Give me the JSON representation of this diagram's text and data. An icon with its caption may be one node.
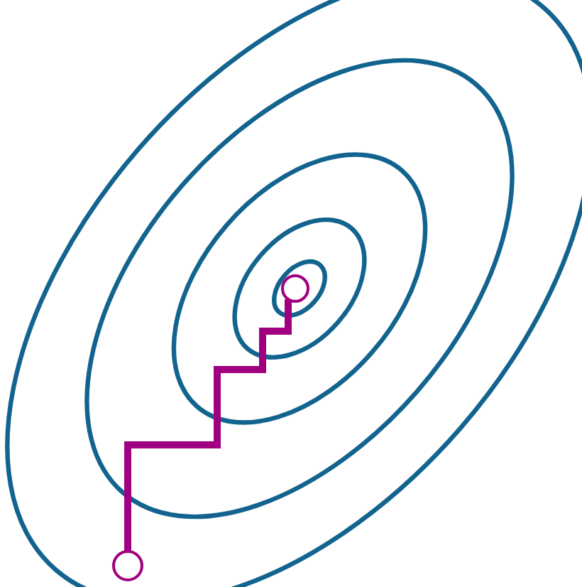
{
  "diagram": {
    "nodes": [
      {
        "text": [],
        "shape": "circle"
      },
      {
        "text": [],
        "shape": "circle"
      }
    ],
    "edges": [
      {
        "from": 1,
        "to": 0,
        "arrow": "none"
      }
    ]
  }
}
